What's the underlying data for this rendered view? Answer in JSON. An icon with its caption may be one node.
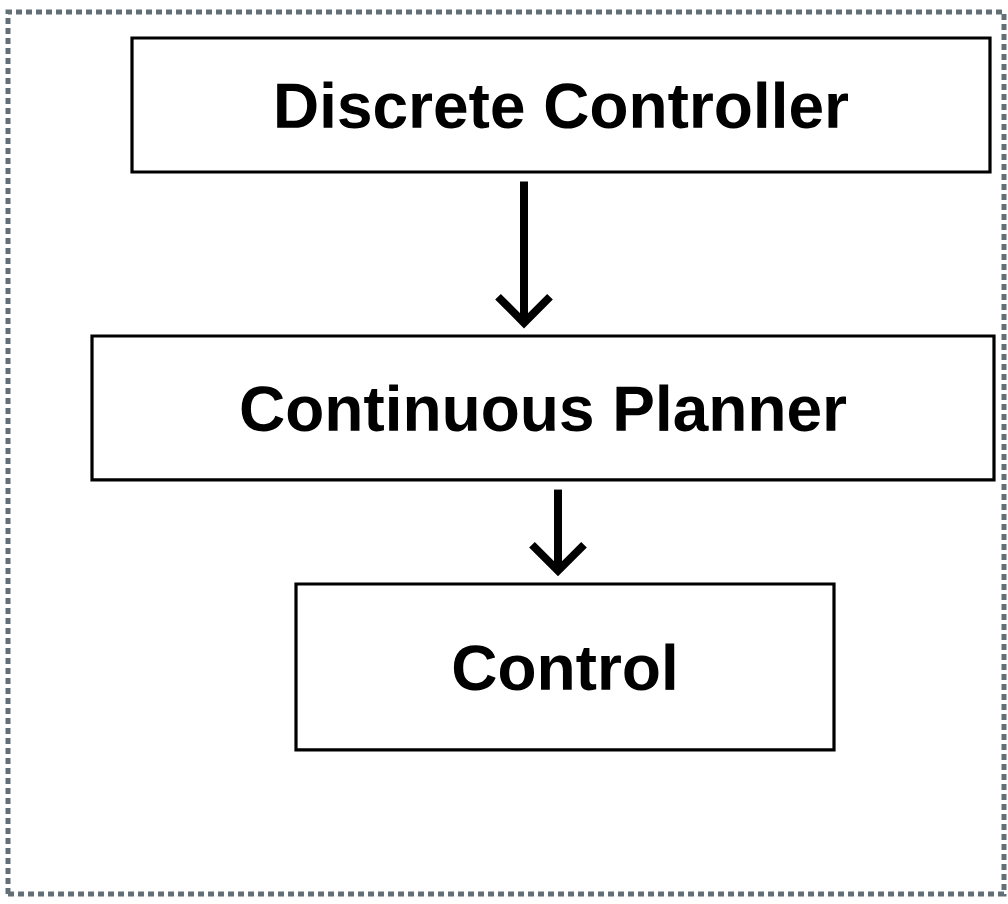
{
  "diagram": {
    "nodes": [
      {
        "text": [
          "Discrete Controller"
        ]
      },
      {
        "text": [
          "Continuous Planner"
        ]
      },
      {
        "text": [
          "Control"
        ]
      }
    ],
    "edges": [
      {
        "from": 0,
        "to": 1,
        "arrow": "to"
      },
      {
        "from": 1,
        "to": 2,
        "arrow": "to"
      }
    ]
  }
}
